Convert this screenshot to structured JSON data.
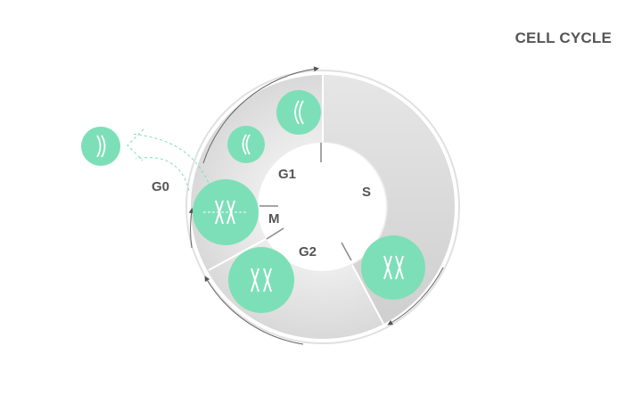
{
  "title": "CELL CYCLE",
  "phases": {
    "g0": "G0",
    "g1": "G1",
    "s": "S",
    "g2": "G2",
    "m": "M"
  },
  "colors": {
    "cell": "#7ddfb7",
    "ring": "#e3e3e3",
    "ring_dark": "#d2d2d2",
    "text": "#555555",
    "dashed": "#7ddfb7"
  }
}
